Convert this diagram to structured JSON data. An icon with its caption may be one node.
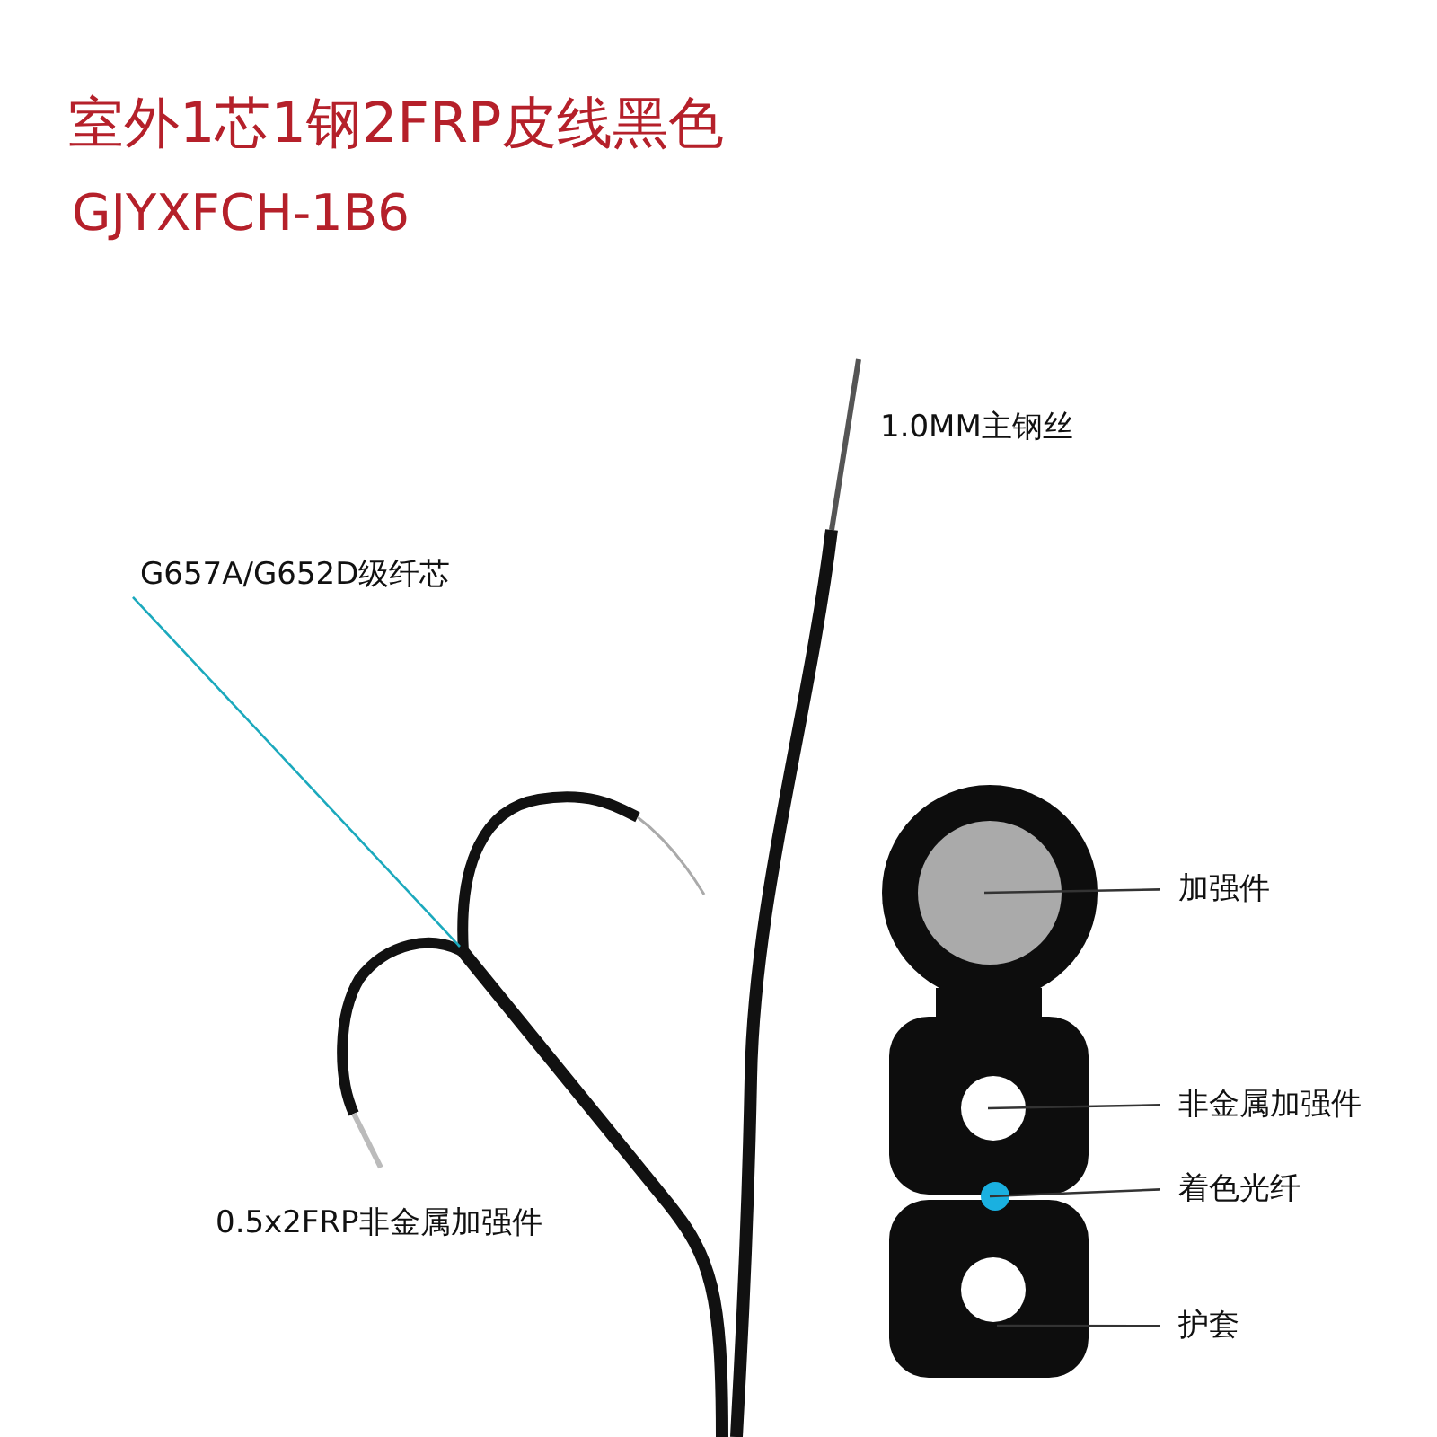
{
  "diagram": {
    "title": "室外1芯1钢2FRP皮线黑色",
    "nodes": [
      {
        "text": [
          "G657A/G652D级纤芯"
        ]
      },
      {
        "text": [],
        "shape": "picture",
        "beside": [
          "1.0MM主钢丝"
        ]
      },
      {
        "text": [
          "加强件"
        ]
      },
      {
        "text": [],
        "shape": "circle",
        "in": 9
      },
      {
        "text": [
          "非金属加强件"
        ]
      },
      {
        "text": [],
        "shape": "circle",
        "in": 9
      },
      {
        "text": [
          "着色光纤"
        ]
      },
      {
        "text": [],
        "shape": "circle",
        "in": 9
      },
      {
        "text": [
          "护套"
        ]
      },
      {
        "text": [],
        "shape": "picture"
      },
      {
        "text": [],
        "shape": "circle",
        "in": 9
      }
    ],
    "edges": [
      {
        "from": 0,
        "to": 1,
        "arrow": "none",
        "color": "#1ba9bd"
      },
      {
        "from": 2,
        "to": 3,
        "arrow": "none"
      },
      {
        "from": 4,
        "to": 5,
        "arrow": "none"
      },
      {
        "from": 6,
        "to": 7,
        "arrow": "none"
      },
      {
        "from": 8,
        "to": 9,
        "arrow": "none"
      }
    ],
    "labels": [
      "GJYXFCH-1B6",
      "0.5x2FRP非金属加强件"
    ]
  }
}
